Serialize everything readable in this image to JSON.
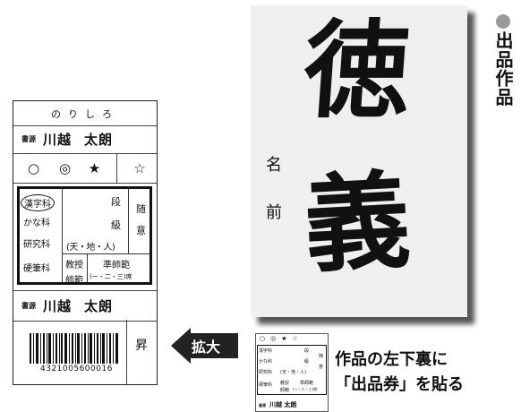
{
  "ticket": {
    "norishiro": "のりしろ",
    "tag": "書源",
    "name_family": "川越",
    "name_given": "太朗",
    "marks": [
      "○",
      "◎",
      "★",
      "☆"
    ],
    "categories": [
      "漢字科",
      "かな科",
      "研究科",
      "硬筆科"
    ],
    "dan": "段",
    "kyu": "級",
    "ten_chi_jin": "(天・地・人)",
    "zui": "随",
    "i": "意",
    "kyoju": "教授",
    "shihan": "師範",
    "jun_shihan": "準師範",
    "jun_shihan_sub": "(一・二・三)席",
    "barcode_number": "4321005600016",
    "shou": "昇"
  },
  "arrow": {
    "label": "拡大"
  },
  "artwork": {
    "char1": "徳",
    "char2": "義",
    "name_label_1": "名",
    "name_label_2": "前"
  },
  "mini_ticket": {
    "marks": "○◎★☆",
    "cat1": "漢字科",
    "cat2": "かな科",
    "cat3": "研究科",
    "cat4": "硬筆科",
    "dan": "段",
    "kyu": "級",
    "tci": "(天・地・人)",
    "zui": "随",
    "i": "意",
    "kyoju": "教授",
    "shihan": "師範",
    "jun": "準師範",
    "jun_sub": "(一・二・三)席",
    "tag": "書源",
    "name": "川越 太朗"
  },
  "caption": {
    "line1": "作品の左下裏に",
    "line2": "「出品券」を貼る"
  },
  "heading": {
    "text": "出品作品"
  }
}
